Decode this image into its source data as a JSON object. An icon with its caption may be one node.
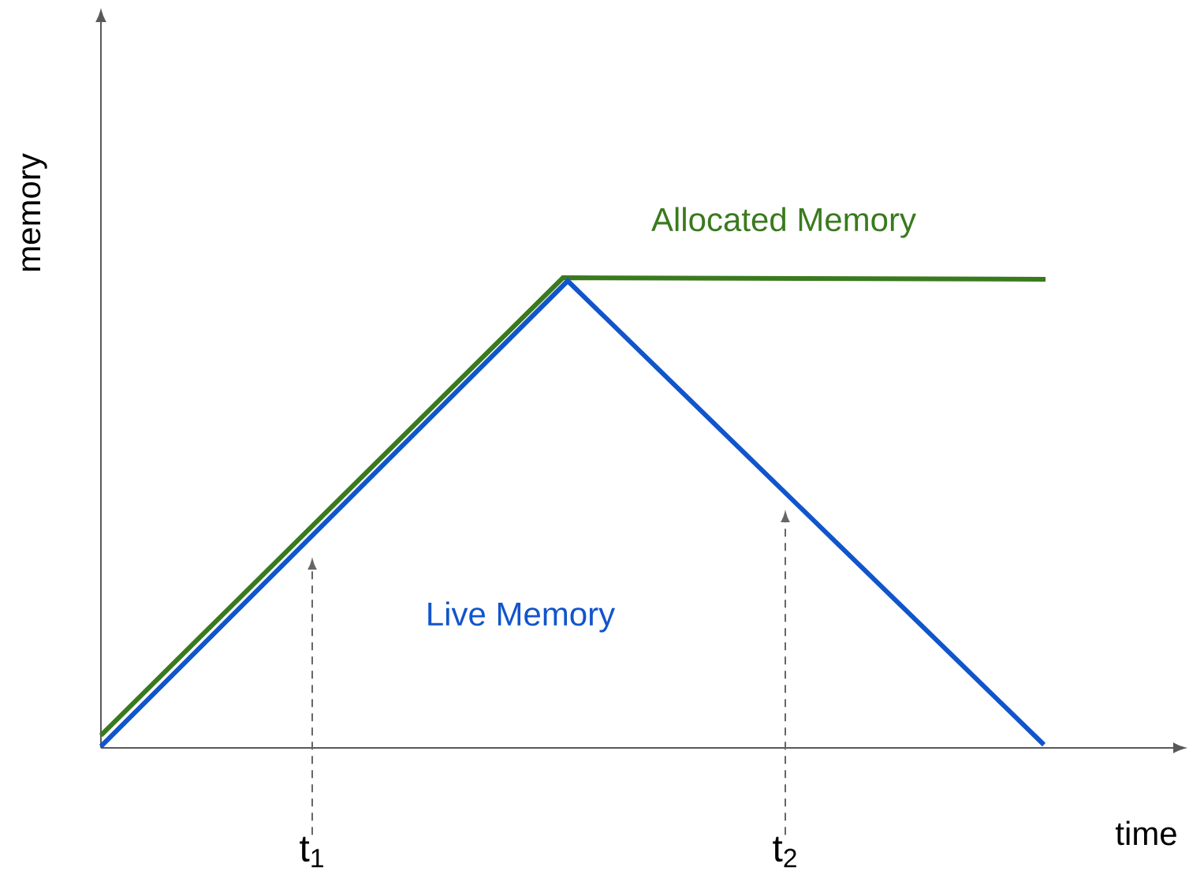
{
  "diagram": {
    "nodes": [
      {
        "text": [
          "t$_{1}$"
        ]
      },
      {
        "text": [
          "t$_{2}$"
        ]
      }
    ],
    "edges": [
      {
        "from": 0,
        "to": null,
        "arrow": "to",
        "style": "dashed"
      },
      {
        "from": 1,
        "to": null,
        "arrow": "to",
        "style": "dashed"
      }
    ],
    "labels": [
      "memory",
      "Allocated Memory",
      "Live Memory",
      "time"
    ]
  }
}
